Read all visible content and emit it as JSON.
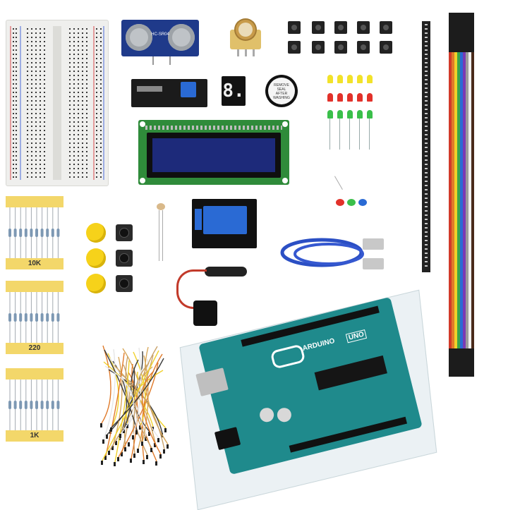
{
  "resistor_kit": {
    "label_10k": "10K",
    "label_220": "220",
    "label_1k": "1K"
  },
  "ultrasonic_sensor": {
    "model_text": "HC-SR04"
  },
  "seven_segment": {
    "digit": "8."
  },
  "buzzer": {
    "sticker_text": "REMOVE SEAL AFTER WASHING"
  },
  "arduino_board": {
    "brand": "ARDUINO",
    "model": "UNO"
  },
  "colors": {
    "breadboard": "#f1f1ef",
    "lcd_pcb": "#2f8b3a",
    "lcd_screen": "#1d2a7a",
    "arduino_pcb": "#1f8a8c",
    "usb_cable": "#2b4fc4",
    "resistor_tape": "#f3d76a"
  }
}
